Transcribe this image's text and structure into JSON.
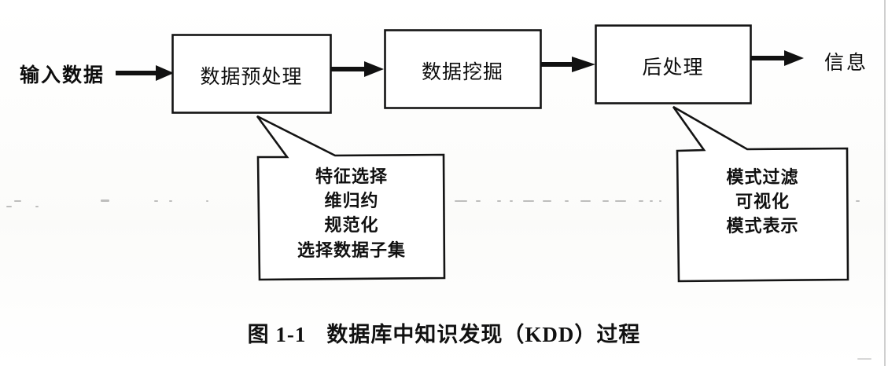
{
  "figure": {
    "caption_number": "图 1-1",
    "caption_title": "数据库中知识发现（KDD）过程",
    "input_label": "输入数据",
    "output_label": "信息"
  },
  "flow": {
    "boxes": [
      {
        "id": "preprocess",
        "label": "数据预处理"
      },
      {
        "id": "mining",
        "label": "数据挖掘"
      },
      {
        "id": "postprocess",
        "label": "后处理"
      }
    ],
    "arrows": [
      {
        "id": "arrow-input-to-preprocess",
        "from": "输入数据",
        "to": "数据预处理"
      },
      {
        "id": "arrow-preprocess-to-mining",
        "from": "数据预处理",
        "to": "数据挖掘"
      },
      {
        "id": "arrow-mining-to-postprocess",
        "from": "数据挖掘",
        "to": "后处理"
      },
      {
        "id": "arrow-postprocess-to-output",
        "from": "后处理",
        "to": "信息"
      }
    ]
  },
  "callouts": [
    {
      "id": "preprocess-detail",
      "attached_to": "数据预处理",
      "lines": [
        "特征选择",
        "维归约",
        "规范化",
        "选择数据子集"
      ]
    },
    {
      "id": "postprocess-detail",
      "attached_to": "后处理",
      "lines": [
        "模式过滤",
        "可视化",
        "模式表示"
      ]
    }
  ],
  "colors": {
    "ink": "#111111",
    "paper": "#fdfdfb",
    "stroke": "#1a1a1a"
  }
}
